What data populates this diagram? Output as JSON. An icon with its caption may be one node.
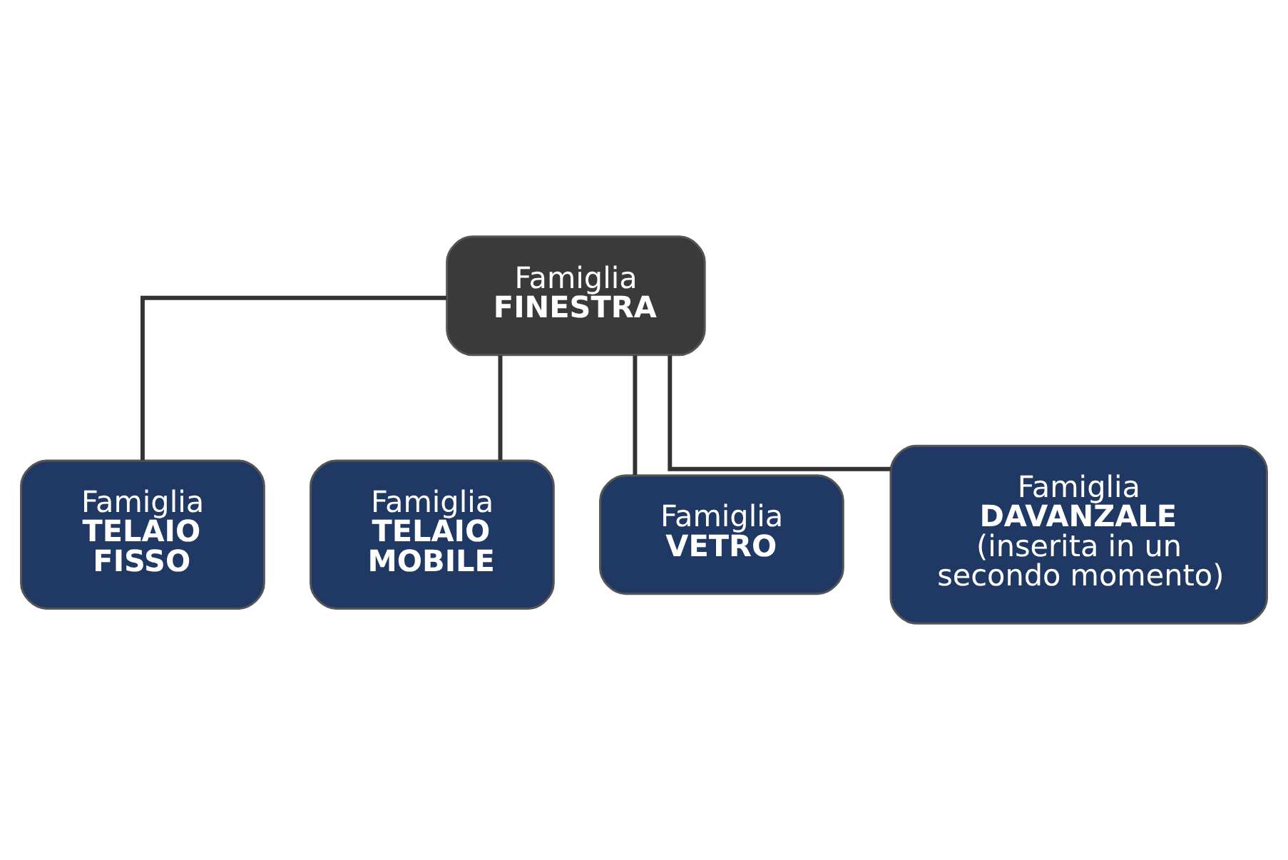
{
  "diagram": {
    "nodes": [
      {
        "text": [
          "Famiglia",
          "FINESTRA"
        ]
      },
      {
        "text": [
          "Famiglia",
          "TELAIO FISSO"
        ]
      },
      {
        "text": [
          "Famiglia",
          "TELAIO MOBILE"
        ]
      },
      {
        "text": [
          "Famiglia",
          "VETRO"
        ]
      },
      {
        "text": [
          "Famiglia",
          "DAVANZALE",
          "(inserita in un secondo momento)"
        ]
      }
    ],
    "edges": [
      {
        "from": 0,
        "to": 1,
        "arrow": "none"
      },
      {
        "from": 0,
        "to": 2,
        "arrow": "none"
      },
      {
        "from": 0,
        "to": 3,
        "arrow": "none"
      },
      {
        "from": 0,
        "to": 4,
        "arrow": "none"
      }
    ]
  }
}
